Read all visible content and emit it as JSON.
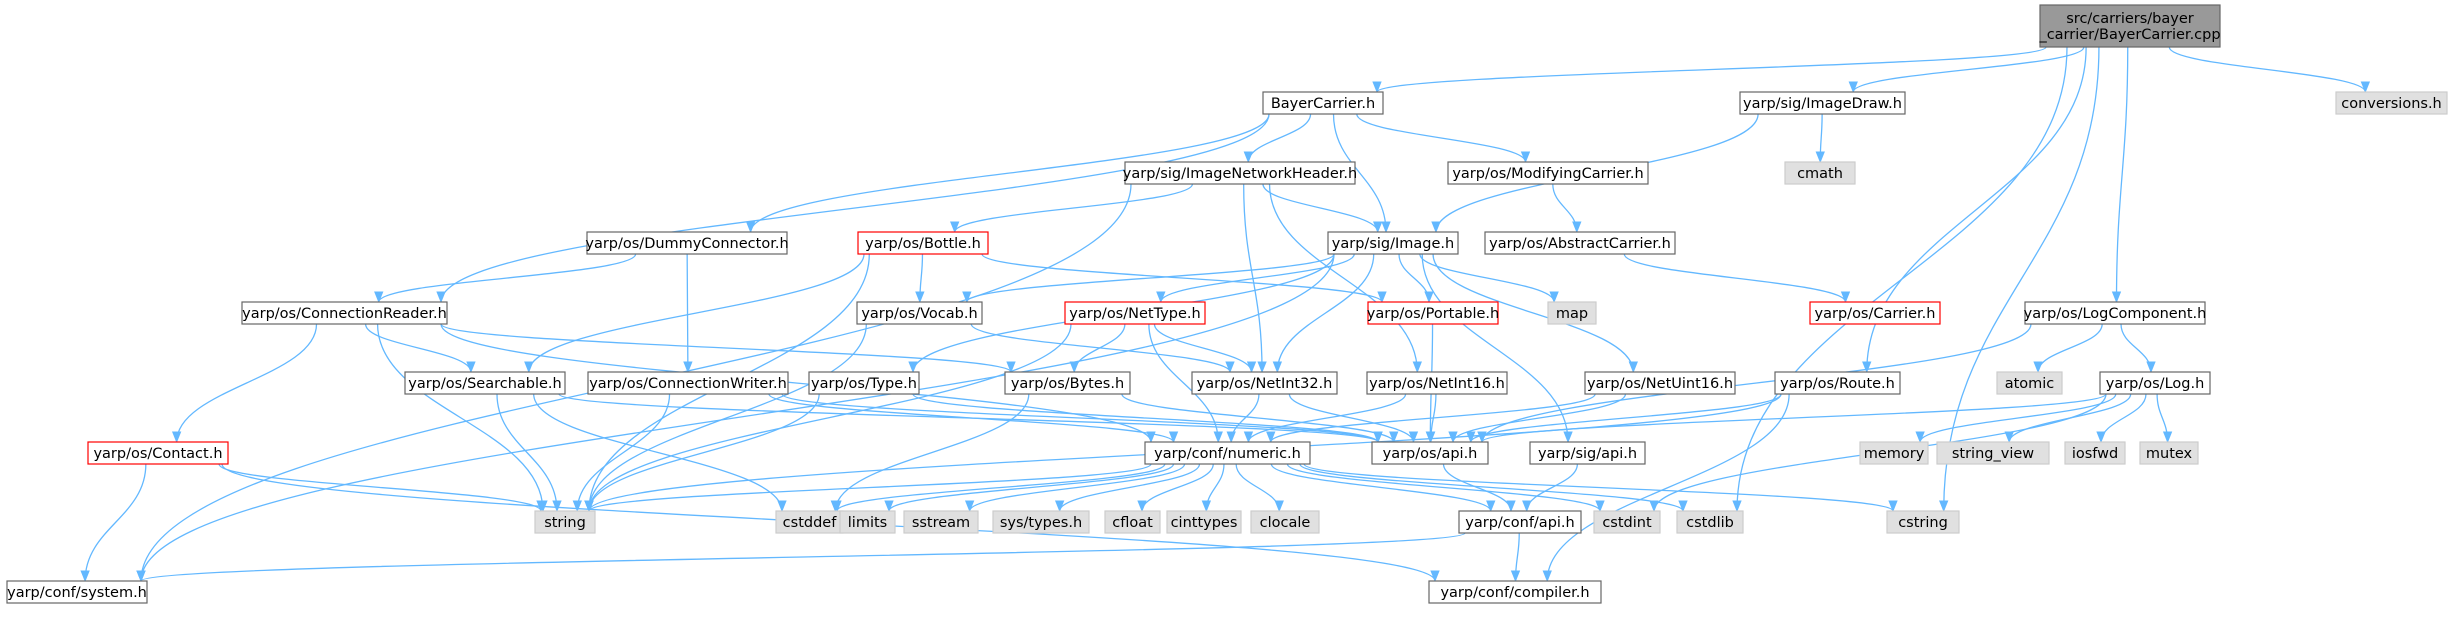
{
  "colors": {
    "edge": "#63b8ff",
    "root_fill": "#999999",
    "normal_fill": "#ffffff",
    "normal_border": "#666666",
    "system_fill": "#e0e0e0",
    "system_border": "#cccccc",
    "truncated_border": "#ff0000",
    "text": "#000000"
  },
  "nodes": [
    {
      "id": "root",
      "lines": [
        "src/carriers/bayer",
        "_carrier/BayerCarrier.cpp"
      ],
      "kind": "root"
    },
    {
      "id": "bayercarrier_h",
      "lines": [
        "BayerCarrier.h"
      ],
      "kind": "normal"
    },
    {
      "id": "imagedraw_h",
      "lines": [
        "yarp/sig/ImageDraw.h"
      ],
      "kind": "normal"
    },
    {
      "id": "conversions_h",
      "lines": [
        "conversions.h"
      ],
      "kind": "system"
    },
    {
      "id": "cmath",
      "lines": [
        "cmath"
      ],
      "kind": "system"
    },
    {
      "id": "imagenetworkheader_h",
      "lines": [
        "yarp/sig/ImageNetworkHeader.h"
      ],
      "kind": "normal"
    },
    {
      "id": "modifyingcarrier_h",
      "lines": [
        "yarp/os/ModifyingCarrier.h"
      ],
      "kind": "normal"
    },
    {
      "id": "dummyconnector_h",
      "lines": [
        "yarp/os/DummyConnector.h"
      ],
      "kind": "normal"
    },
    {
      "id": "bottle_h",
      "lines": [
        "yarp/os/Bottle.h"
      ],
      "kind": "truncated"
    },
    {
      "id": "image_h",
      "lines": [
        "yarp/sig/Image.h"
      ],
      "kind": "normal"
    },
    {
      "id": "abstractcarrier_h",
      "lines": [
        "yarp/os/AbstractCarrier.h"
      ],
      "kind": "normal"
    },
    {
      "id": "connectionreader_h",
      "lines": [
        "yarp/os/ConnectionReader.h"
      ],
      "kind": "normal"
    },
    {
      "id": "vocab_h",
      "lines": [
        "yarp/os/Vocab.h"
      ],
      "kind": "normal"
    },
    {
      "id": "nettype_h",
      "lines": [
        "yarp/os/NetType.h"
      ],
      "kind": "truncated"
    },
    {
      "id": "portable_h",
      "lines": [
        "yarp/os/Portable.h"
      ],
      "kind": "truncated"
    },
    {
      "id": "map",
      "lines": [
        "map"
      ],
      "kind": "system"
    },
    {
      "id": "carrier_h",
      "lines": [
        "yarp/os/Carrier.h"
      ],
      "kind": "truncated"
    },
    {
      "id": "logcomponent_h",
      "lines": [
        "yarp/os/LogComponent.h"
      ],
      "kind": "normal"
    },
    {
      "id": "searchable_h",
      "lines": [
        "yarp/os/Searchable.h"
      ],
      "kind": "normal"
    },
    {
      "id": "connectionwriter_h",
      "lines": [
        "yarp/os/ConnectionWriter.h"
      ],
      "kind": "normal"
    },
    {
      "id": "type_h",
      "lines": [
        "yarp/os/Type.h"
      ],
      "kind": "normal"
    },
    {
      "id": "bytes_h",
      "lines": [
        "yarp/os/Bytes.h"
      ],
      "kind": "normal"
    },
    {
      "id": "netint32_h",
      "lines": [
        "yarp/os/NetInt32.h"
      ],
      "kind": "normal"
    },
    {
      "id": "netint16_h",
      "lines": [
        "yarp/os/NetInt16.h"
      ],
      "kind": "normal"
    },
    {
      "id": "netuint16_h",
      "lines": [
        "yarp/os/NetUint16.h"
      ],
      "kind": "normal"
    },
    {
      "id": "route_h",
      "lines": [
        "yarp/os/Route.h"
      ],
      "kind": "normal"
    },
    {
      "id": "atomic",
      "lines": [
        "atomic"
      ],
      "kind": "system"
    },
    {
      "id": "log_h",
      "lines": [
        "yarp/os/Log.h"
      ],
      "kind": "normal"
    },
    {
      "id": "contact_h",
      "lines": [
        "yarp/os/Contact.h"
      ],
      "kind": "truncated"
    },
    {
      "id": "numeric_h",
      "lines": [
        "yarp/conf/numeric.h"
      ],
      "kind": "normal"
    },
    {
      "id": "os_api_h",
      "lines": [
        "yarp/os/api.h"
      ],
      "kind": "normal"
    },
    {
      "id": "sig_api_h",
      "lines": [
        "yarp/sig/api.h"
      ],
      "kind": "normal"
    },
    {
      "id": "memory",
      "lines": [
        "memory"
      ],
      "kind": "system"
    },
    {
      "id": "string_view",
      "lines": [
        "string_view"
      ],
      "kind": "system"
    },
    {
      "id": "iosfwd",
      "lines": [
        "iosfwd"
      ],
      "kind": "system"
    },
    {
      "id": "mutex",
      "lines": [
        "mutex"
      ],
      "kind": "system"
    },
    {
      "id": "string",
      "lines": [
        "string"
      ],
      "kind": "system"
    },
    {
      "id": "cstddef",
      "lines": [
        "cstddef"
      ],
      "kind": "system"
    },
    {
      "id": "limits",
      "lines": [
        "limits"
      ],
      "kind": "system"
    },
    {
      "id": "sstream",
      "lines": [
        "sstream"
      ],
      "kind": "system"
    },
    {
      "id": "sys_types_h",
      "lines": [
        "sys/types.h"
      ],
      "kind": "system"
    },
    {
      "id": "cfloat",
      "lines": [
        "cfloat"
      ],
      "kind": "system"
    },
    {
      "id": "cinttypes",
      "lines": [
        "cinttypes"
      ],
      "kind": "system"
    },
    {
      "id": "clocale",
      "lines": [
        "clocale"
      ],
      "kind": "system"
    },
    {
      "id": "conf_api_h",
      "lines": [
        "yarp/conf/api.h"
      ],
      "kind": "normal"
    },
    {
      "id": "cstdint",
      "lines": [
        "cstdint"
      ],
      "kind": "system"
    },
    {
      "id": "cstdlib",
      "lines": [
        "cstdlib"
      ],
      "kind": "system"
    },
    {
      "id": "cstring",
      "lines": [
        "cstring"
      ],
      "kind": "system"
    },
    {
      "id": "conf_system_h",
      "lines": [
        "yarp/conf/system.h"
      ],
      "kind": "normal"
    },
    {
      "id": "conf_compiler_h",
      "lines": [
        "yarp/conf/compiler.h"
      ],
      "kind": "normal"
    }
  ],
  "edges": [
    [
      "root",
      "bayercarrier_h"
    ],
    [
      "root",
      "imagedraw_h"
    ],
    [
      "root",
      "conversions_h"
    ],
    [
      "root",
      "logcomponent_h"
    ],
    [
      "root",
      "route_h"
    ],
    [
      "root",
      "cstdlib"
    ],
    [
      "root",
      "cstring"
    ],
    [
      "bayercarrier_h",
      "imagenetworkheader_h"
    ],
    [
      "bayercarrier_h",
      "modifyingcarrier_h"
    ],
    [
      "bayercarrier_h",
      "image_h"
    ],
    [
      "bayercarrier_h",
      "dummyconnector_h"
    ],
    [
      "bayercarrier_h",
      "connectionreader_h"
    ],
    [
      "imagedraw_h",
      "cmath"
    ],
    [
      "imagedraw_h",
      "image_h"
    ],
    [
      "imagenetworkheader_h",
      "bottle_h"
    ],
    [
      "imagenetworkheader_h",
      "image_h"
    ],
    [
      "imagenetworkheader_h",
      "netint32_h"
    ],
    [
      "imagenetworkheader_h",
      "netint16_h"
    ],
    [
      "imagenetworkheader_h",
      "conf_system_h"
    ],
    [
      "modifyingcarrier_h",
      "abstractcarrier_h"
    ],
    [
      "abstractcarrier_h",
      "carrier_h"
    ],
    [
      "dummyconnector_h",
      "connectionreader_h"
    ],
    [
      "dummyconnector_h",
      "connectionwriter_h"
    ],
    [
      "bottle_h",
      "vocab_h"
    ],
    [
      "bottle_h",
      "portable_h"
    ],
    [
      "bottle_h",
      "searchable_h"
    ],
    [
      "bottle_h",
      "string"
    ],
    [
      "image_h",
      "vocab_h"
    ],
    [
      "image_h",
      "nettype_h"
    ],
    [
      "image_h",
      "portable_h"
    ],
    [
      "image_h",
      "map"
    ],
    [
      "image_h",
      "type_h"
    ],
    [
      "image_h",
      "netint32_h"
    ],
    [
      "image_h",
      "netuint16_h"
    ],
    [
      "image_h",
      "sig_api_h"
    ],
    [
      "image_h",
      "conf_system_h"
    ],
    [
      "connectionreader_h",
      "searchable_h"
    ],
    [
      "connectionreader_h",
      "bytes_h"
    ],
    [
      "connectionreader_h",
      "contact_h"
    ],
    [
      "connectionreader_h",
      "numeric_h"
    ],
    [
      "connectionreader_h",
      "string"
    ],
    [
      "vocab_h",
      "netint32_h"
    ],
    [
      "vocab_h",
      "string"
    ],
    [
      "nettype_h",
      "bytes_h"
    ],
    [
      "nettype_h",
      "netint32_h"
    ],
    [
      "nettype_h",
      "numeric_h"
    ],
    [
      "nettype_h",
      "string"
    ],
    [
      "portable_h",
      "os_api_h"
    ],
    [
      "logcomponent_h",
      "atomic"
    ],
    [
      "logcomponent_h",
      "log_h"
    ],
    [
      "logcomponent_h",
      "os_api_h"
    ],
    [
      "searchable_h",
      "os_api_h"
    ],
    [
      "searchable_h",
      "string"
    ],
    [
      "searchable_h",
      "cstddef"
    ],
    [
      "connectionwriter_h",
      "os_api_h"
    ],
    [
      "connectionwriter_h",
      "numeric_h"
    ],
    [
      "connectionwriter_h",
      "string"
    ],
    [
      "type_h",
      "os_api_h"
    ],
    [
      "type_h",
      "string"
    ],
    [
      "bytes_h",
      "os_api_h"
    ],
    [
      "bytes_h",
      "cstddef"
    ],
    [
      "netint32_h",
      "numeric_h"
    ],
    [
      "netint32_h",
      "os_api_h"
    ],
    [
      "netint16_h",
      "numeric_h"
    ],
    [
      "netint16_h",
      "os_api_h"
    ],
    [
      "netuint16_h",
      "numeric_h"
    ],
    [
      "netuint16_h",
      "os_api_h"
    ],
    [
      "route_h",
      "os_api_h"
    ],
    [
      "route_h",
      "string"
    ],
    [
      "route_h",
      "conf_compiler_h"
    ],
    [
      "log_h",
      "os_api_h"
    ],
    [
      "log_h",
      "memory"
    ],
    [
      "log_h",
      "string_view"
    ],
    [
      "log_h",
      "iosfwd"
    ],
    [
      "log_h",
      "mutex"
    ],
    [
      "log_h",
      "cstdint"
    ],
    [
      "contact_h",
      "string"
    ],
    [
      "contact_h",
      "conf_system_h"
    ],
    [
      "contact_h",
      "conf_compiler_h"
    ],
    [
      "numeric_h",
      "string"
    ],
    [
      "numeric_h",
      "cstddef"
    ],
    [
      "numeric_h",
      "limits"
    ],
    [
      "numeric_h",
      "sstream"
    ],
    [
      "numeric_h",
      "sys_types_h"
    ],
    [
      "numeric_h",
      "cfloat"
    ],
    [
      "numeric_h",
      "cinttypes"
    ],
    [
      "numeric_h",
      "clocale"
    ],
    [
      "numeric_h",
      "conf_api_h"
    ],
    [
      "numeric_h",
      "cstdint"
    ],
    [
      "numeric_h",
      "cstdlib"
    ],
    [
      "numeric_h",
      "cstring"
    ],
    [
      "os_api_h",
      "conf_api_h"
    ],
    [
      "sig_api_h",
      "conf_api_h"
    ],
    [
      "conf_api_h",
      "conf_system_h"
    ],
    [
      "conf_api_h",
      "conf_compiler_h"
    ]
  ]
}
